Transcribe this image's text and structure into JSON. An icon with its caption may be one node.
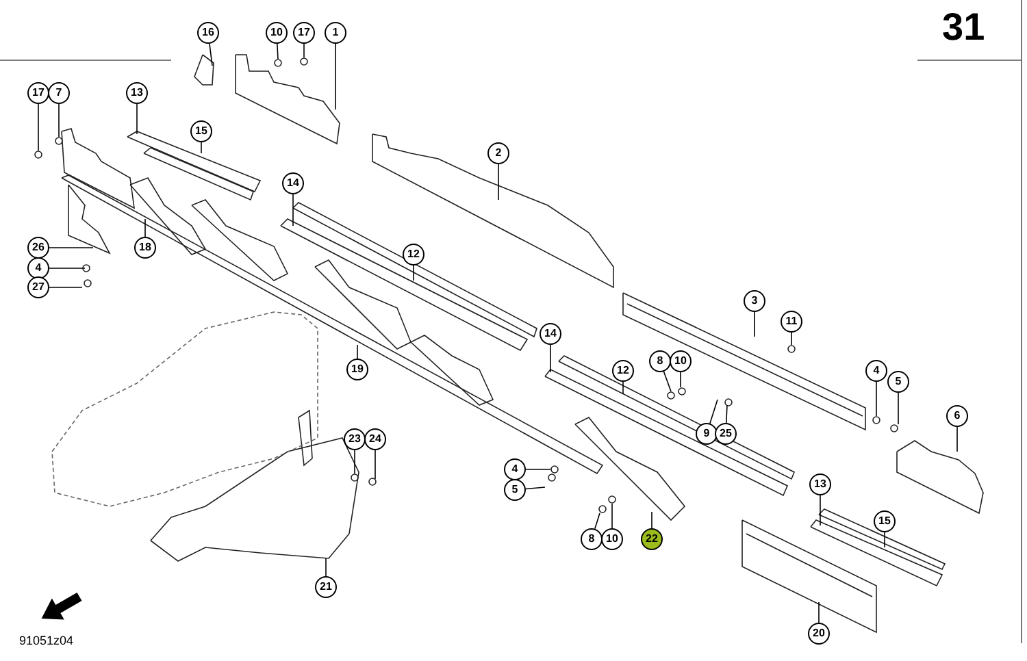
{
  "diagram": {
    "nodes": [
      {
        "text": [
          "16"
        ]
      },
      {
        "text": [
          "10"
        ]
      },
      {
        "text": [
          "17"
        ]
      },
      {
        "text": [
          "1"
        ]
      },
      {
        "text": [
          "17"
        ]
      },
      {
        "text": [
          "7"
        ]
      },
      {
        "text": [
          "13"
        ]
      },
      {
        "text": [
          "15"
        ]
      },
      {
        "text": [
          "2"
        ]
      },
      {
        "text": [
          "14"
        ]
      },
      {
        "text": [
          "12"
        ]
      },
      {
        "text": [
          "18"
        ]
      },
      {
        "text": [
          "26"
        ]
      },
      {
        "text": [
          "4"
        ]
      },
      {
        "text": [
          "27"
        ]
      },
      {
        "text": [
          "3"
        ]
      },
      {
        "text": [
          "11"
        ]
      },
      {
        "text": [
          "14"
        ]
      },
      {
        "text": [
          "12"
        ]
      },
      {
        "text": [
          "8"
        ]
      },
      {
        "text": [
          "10"
        ]
      },
      {
        "text": [
          "4"
        ]
      },
      {
        "text": [
          "5"
        ]
      },
      {
        "text": [
          "6"
        ]
      },
      {
        "text": [
          "9"
        ]
      },
      {
        "text": [
          "25"
        ]
      },
      {
        "text": [
          "19"
        ]
      },
      {
        "text": [
          "23"
        ]
      },
      {
        "text": [
          "24"
        ]
      },
      {
        "text": [
          "4"
        ]
      },
      {
        "text": [
          "5"
        ]
      },
      {
        "text": [
          "13"
        ]
      },
      {
        "text": [
          "15"
        ]
      },
      {
        "text": [
          "8"
        ]
      },
      {
        "text": [
          "10"
        ]
      },
      {
        "text": [
          "22"
        ]
      },
      {
        "text": [
          "20"
        ]
      },
      {
        "text": [
          "21"
        ]
      }
    ],
    "edges": [
      {
        "from": 0,
        "to": null,
        "arrow": "none"
      },
      {
        "from": 1,
        "to": null,
        "arrow": "none"
      },
      {
        "from": 2,
        "to": null,
        "arrow": "none"
      },
      {
        "from": 3,
        "to": null,
        "arrow": "none"
      },
      {
        "from": 4,
        "to": null,
        "arrow": "none"
      },
      {
        "from": 5,
        "to": null,
        "arrow": "none"
      },
      {
        "from": 6,
        "to": null,
        "arrow": "none"
      },
      {
        "from": 7,
        "to": null,
        "arrow": "none"
      },
      {
        "from": 8,
        "to": null,
        "arrow": "none"
      },
      {
        "from": 9,
        "to": null,
        "arrow": "none"
      },
      {
        "from": 10,
        "to": null,
        "arrow": "none"
      },
      {
        "from": 11,
        "to": null,
        "arrow": "none"
      },
      {
        "from": 12,
        "to": null,
        "arrow": "none"
      },
      {
        "from": 13,
        "to": null,
        "arrow": "none"
      },
      {
        "from": 14,
        "to": null,
        "arrow": "none"
      },
      {
        "from": 15,
        "to": null,
        "arrow": "none"
      },
      {
        "from": 16,
        "to": null,
        "arrow": "none"
      },
      {
        "from": 17,
        "to": null,
        "arrow": "none"
      },
      {
        "from": 18,
        "to": null,
        "arrow": "none"
      },
      {
        "from": 19,
        "to": null,
        "arrow": "none"
      },
      {
        "from": 20,
        "to": null,
        "arrow": "none"
      },
      {
        "from": 21,
        "to": null,
        "arrow": "none"
      },
      {
        "from": 22,
        "to": null,
        "arrow": "none"
      },
      {
        "from": 23,
        "to": null,
        "arrow": "none"
      },
      {
        "from": 24,
        "to": null,
        "arrow": "none"
      },
      {
        "from": 25,
        "to": null,
        "arrow": "none"
      },
      {
        "from": 26,
        "to": null,
        "arrow": "none"
      },
      {
        "from": 27,
        "to": null,
        "arrow": "none"
      },
      {
        "from": 28,
        "to": null,
        "arrow": "none"
      },
      {
        "from": 29,
        "to": null,
        "arrow": "none"
      },
      {
        "from": 30,
        "to": null,
        "arrow": "none"
      },
      {
        "from": 31,
        "to": null,
        "arrow": "none"
      },
      {
        "from": 32,
        "to": null,
        "arrow": "none"
      },
      {
        "from": 33,
        "to": null,
        "arrow": "none"
      },
      {
        "from": 34,
        "to": null,
        "arrow": "none"
      },
      {
        "from": 35,
        "to": null,
        "arrow": "none"
      },
      {
        "from": 36,
        "to": null,
        "arrow": "none"
      },
      {
        "from": 37,
        "to": null,
        "arrow": "none"
      }
    ],
    "labels": [
      "31",
      "91051z04"
    ]
  }
}
